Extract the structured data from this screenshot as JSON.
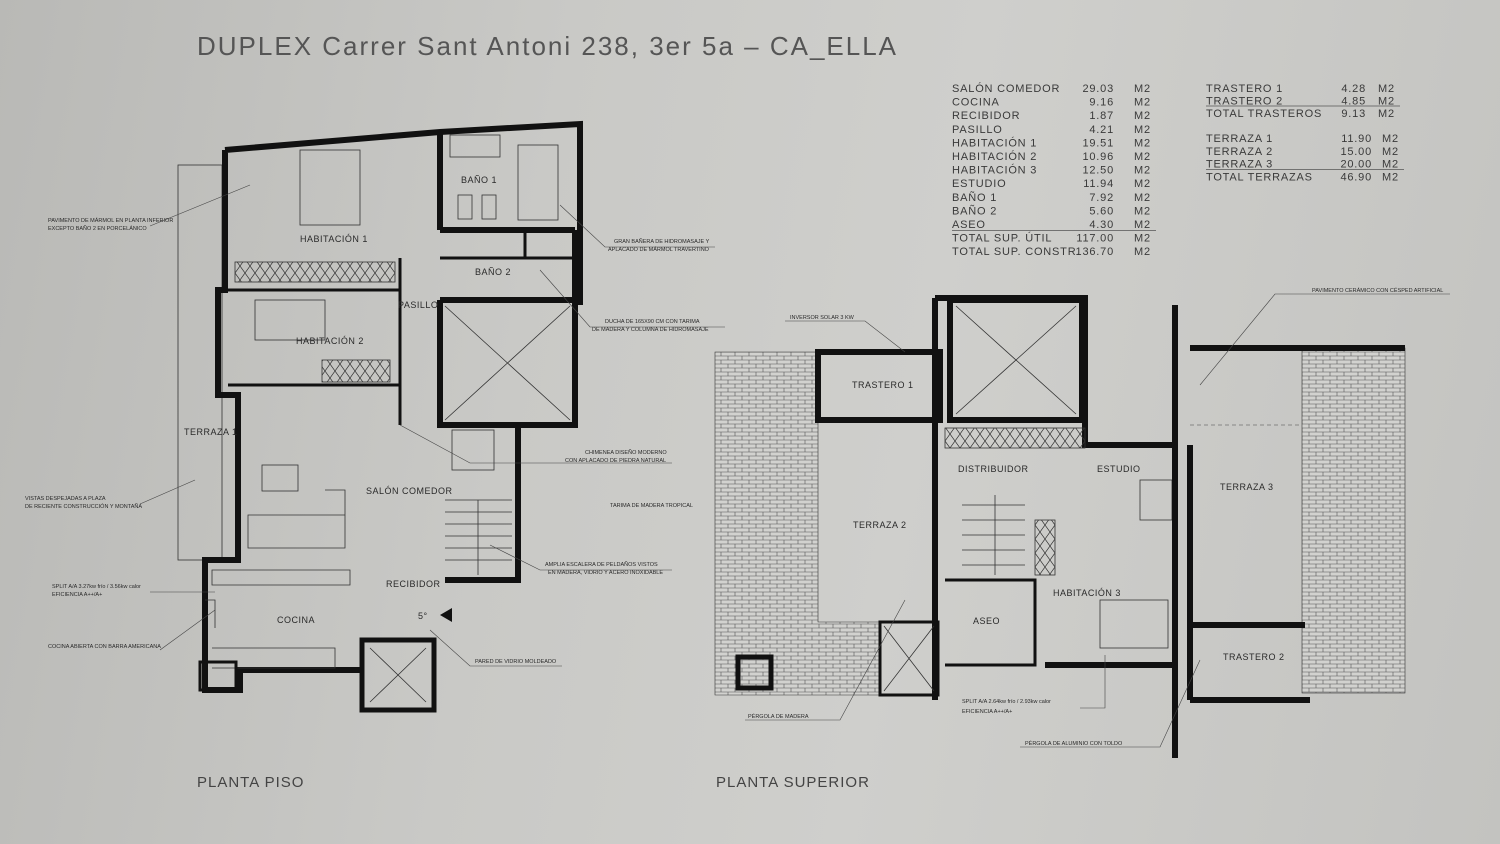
{
  "title": "DUPLEX Carrer Sant Antoni 238, 3er 5a – CA_ELLA",
  "plan_labels": {
    "ground_floor": "PLANTA PISO",
    "upper_floor": "PLANTA SUPERIOR"
  },
  "areas_main": [
    {
      "room": "SALÓN COMEDOR",
      "value": "29.03",
      "unit": "M2"
    },
    {
      "room": "COCINA",
      "value": "9.16",
      "unit": "M2"
    },
    {
      "room": "RECIBIDOR",
      "value": "1.87",
      "unit": "M2"
    },
    {
      "room": "PASILLO",
      "value": "4.21",
      "unit": "M2"
    },
    {
      "room": "HABITACIÓN 1",
      "value": "19.51",
      "unit": "M2"
    },
    {
      "room": "HABITACIÓN 2",
      "value": "10.96",
      "unit": "M2"
    },
    {
      "room": "HABITACIÓN 3",
      "value": "12.50",
      "unit": "M2"
    },
    {
      "room": "ESTUDIO",
      "value": "11.94",
      "unit": "M2"
    },
    {
      "room": "BAÑO 1",
      "value": "7.92",
      "unit": "M2"
    },
    {
      "room": "BAÑO 2",
      "value": "5.60",
      "unit": "M2"
    },
    {
      "room": "ASEO",
      "value": "4.30",
      "unit": "M2"
    },
    {
      "room": "TOTAL SUP. ÚTIL",
      "value": "117.00",
      "unit": "M2"
    },
    {
      "room": "TOTAL SUP. CONSTR.",
      "value": "136.70",
      "unit": "M2"
    }
  ],
  "areas_storage": [
    {
      "room": "TRASTERO 1",
      "value": "4.28",
      "unit": "M2"
    },
    {
      "room": "TRASTERO 2",
      "value": "4.85",
      "unit": "M2"
    },
    {
      "room": "TOTAL TRASTEROS",
      "value": "9.13",
      "unit": "M2"
    }
  ],
  "areas_terraces": [
    {
      "room": "TERRAZA 1",
      "value": "11.90",
      "unit": "M2"
    },
    {
      "room": "TERRAZA 2",
      "value": "15.00",
      "unit": "M2"
    },
    {
      "room": "TERRAZA 3",
      "value": "20.00",
      "unit": "M2"
    },
    {
      "room": "TOTAL TERRAZAS",
      "value": "46.90",
      "unit": "M2"
    }
  ],
  "rooms_ground": {
    "hab1": "HABITACIÓN 1",
    "bano1": "BAÑO 1",
    "bano2": "BAÑO 2",
    "pasillo": "PASILLO",
    "hab2": "HABITACIÓN 2",
    "terraza1": "TERRAZA 1",
    "salon": "SALÓN COMEDOR",
    "recibidor": "RECIBIDOR",
    "cocina": "COCINA",
    "step": "5°"
  },
  "rooms_upper": {
    "trastero1": "TRASTERO 1",
    "terraza2": "TERRAZA 2",
    "distribuidor": "DISTRIBUIDOR",
    "estudio": "ESTUDIO",
    "habitacion3": "HABITACIÓN 3",
    "aseo": "ASEO",
    "terraza3": "TERRAZA 3",
    "trastero2": "TRASTERO 2"
  },
  "notes_ground": {
    "floor1": "PAVIMENTO DE MÁRMOL EN PLANTA INFERIOR",
    "floor2": "EXCEPTO BAÑO 2 EN PORCELÁNICO",
    "views1": "VISTAS DESPEJADAS A PLAZA",
    "views2": "DE RECIENTE CONSTRUCCIÓN Y MONTAÑA",
    "split1": "SPLIT A/A 3.27kw frío / 3.56kw calor",
    "split2": "EFICIENCIA A++/A+",
    "kitchen": "COCINA ABIERTA CON BARRA AMERICANA",
    "bath1": "GRAN BAÑERA DE HIDROMASAJE Y",
    "bath2": "APLACADO DE MÁRMOL TRAVERTINO",
    "shower1": "DUCHA DE 165X90 CM CON TARIMA",
    "shower2": "DE MADERA Y COLUMNA DE HIDROMASAJE",
    "fire1": "CHIMENEA DISEÑO MODERNO",
    "fire2": "CON APLACADO DE PIEDRA NATURAL",
    "deck": "TARIMA DE MADERA TROPICAL",
    "stairs1": "AMPLIA ESCALERA DE PELDAÑOS VISTOS",
    "stairs2": "EN MADERA, VIDRIO Y ACERO INOXIDABLE",
    "glass": "PARED DE VIDRIO MOLDEADO"
  },
  "notes_upper": {
    "solar": "INVERSOR SOLAR 3 KW",
    "ceramic": "PAVIMENTO CERÁMICO CON CÉSPED ARTIFICIAL",
    "pergola_wood": "PÉRGOLA DE MADERA",
    "split1": "SPLIT A/A 2.64kw frío / 2.93kw calor",
    "split2": "EFICIENCIA A++/A+",
    "pergola_alu": "PÉRGOLA DE ALUMINIO CON TOLDO"
  }
}
